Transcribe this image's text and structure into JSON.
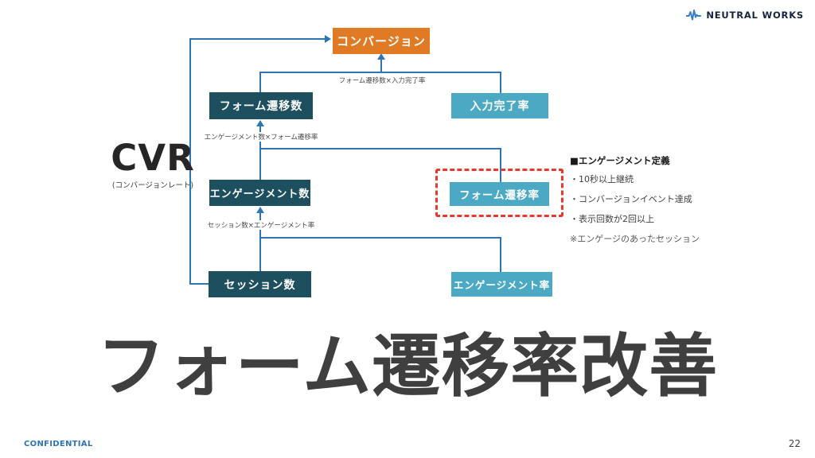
{
  "logo": {
    "brand": "NEUTRAL WORKS"
  },
  "cvr": {
    "label": "CVR",
    "sublabel": "(コンバージョンレート)"
  },
  "diagram": {
    "nodes": {
      "conversion": "コンバージョン",
      "form_count": "フォーム遷移数",
      "input_completion_rate": "入力完了率",
      "engagement_count": "エンゲージメント数",
      "form_rate": "フォーム遷移率",
      "session_count": "セッション数",
      "engagement_rate": "エンゲージメント率"
    },
    "formulas": {
      "conversion_formula": "フォーム遷移数×入力完了率",
      "form_count_formula": "エンゲージメント数×フォーム遷移率",
      "engagement_count_formula": "セッション数×エンゲージメント率"
    },
    "colors": {
      "orange": "#E07A25",
      "dark_teal": "#1E4F5E",
      "light_blue": "#4BA9C4",
      "line_blue": "#2E75B6",
      "highlight_red": "#E8392E"
    }
  },
  "definition": {
    "heading": "■エンゲージメント定義",
    "items": [
      "・10秒以上継続",
      "・コンバージョンイベント達成",
      "・表示回数が2回以上"
    ],
    "note": "※エンゲージのあったセッション"
  },
  "title": "フォーム遷移率改善",
  "footer": {
    "confidential": "CONFIDENTIAL",
    "page_number": "22"
  }
}
